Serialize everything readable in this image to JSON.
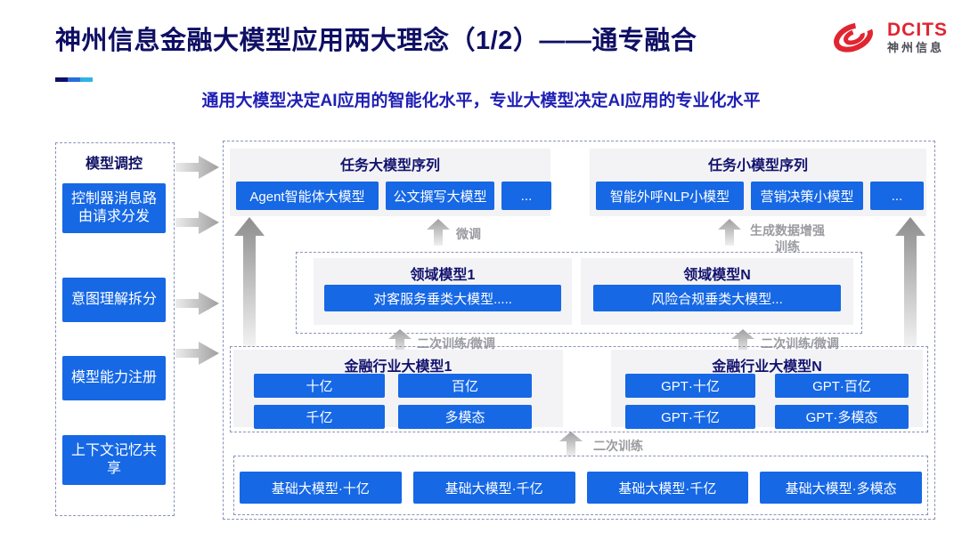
{
  "page": {
    "title": "神州信息金融大模型应用两大理念（1/2）——通专融合",
    "subtitle": "通用大模型决定AI应用的智能化水平，专业大模型决定AI应用的专业化水平"
  },
  "logo": {
    "brand": "DCITS",
    "brand_cn": "神州信息"
  },
  "sidebar": {
    "title": "模型调控",
    "items": [
      "控制器消息路由请求分发",
      "意图理解拆分",
      "模型能力注册",
      "上下文记忆共享"
    ]
  },
  "flow_labels": {
    "fine_tune": "微调",
    "augment": "生成数据增强训练",
    "retrain_ft": "二次训练/微调",
    "retrain": "二次训练"
  },
  "task_large": {
    "title": "任务大模型序列",
    "boxes": [
      "Agent智能体大模型",
      "公文撰写大模型",
      "..."
    ]
  },
  "task_small": {
    "title": "任务小模型序列",
    "boxes": [
      "智能外呼NLP小模型",
      "营销决策小模型",
      "..."
    ]
  },
  "domain_models": {
    "left": {
      "title": "领域模型1",
      "box": "对客服务垂类大模型....."
    },
    "right": {
      "title": "领域模型N",
      "box": "风险合规垂类大模型..."
    }
  },
  "industry_models": {
    "left": {
      "title": "金融行业大模型1",
      "boxes": [
        "十亿",
        "百亿",
        "千亿",
        "多模态"
      ]
    },
    "right": {
      "title": "金融行业大模型N",
      "boxes": [
        "GPT·十亿",
        "GPT·百亿",
        "GPT·千亿",
        "GPT·多模态"
      ]
    }
  },
  "base_models": {
    "boxes": [
      "基础大模型·十亿",
      "基础大模型·千亿",
      "基础大模型·千亿",
      "基础大模型·多模态"
    ]
  },
  "colors": {
    "accent_blue": "#1668e5",
    "navy": "#0f0f64",
    "subtitle_blue": "#1f1fb5",
    "label_gray": "#9a9aa0",
    "logo_red": "#e02531",
    "group_bg": "#f3f3f5"
  }
}
